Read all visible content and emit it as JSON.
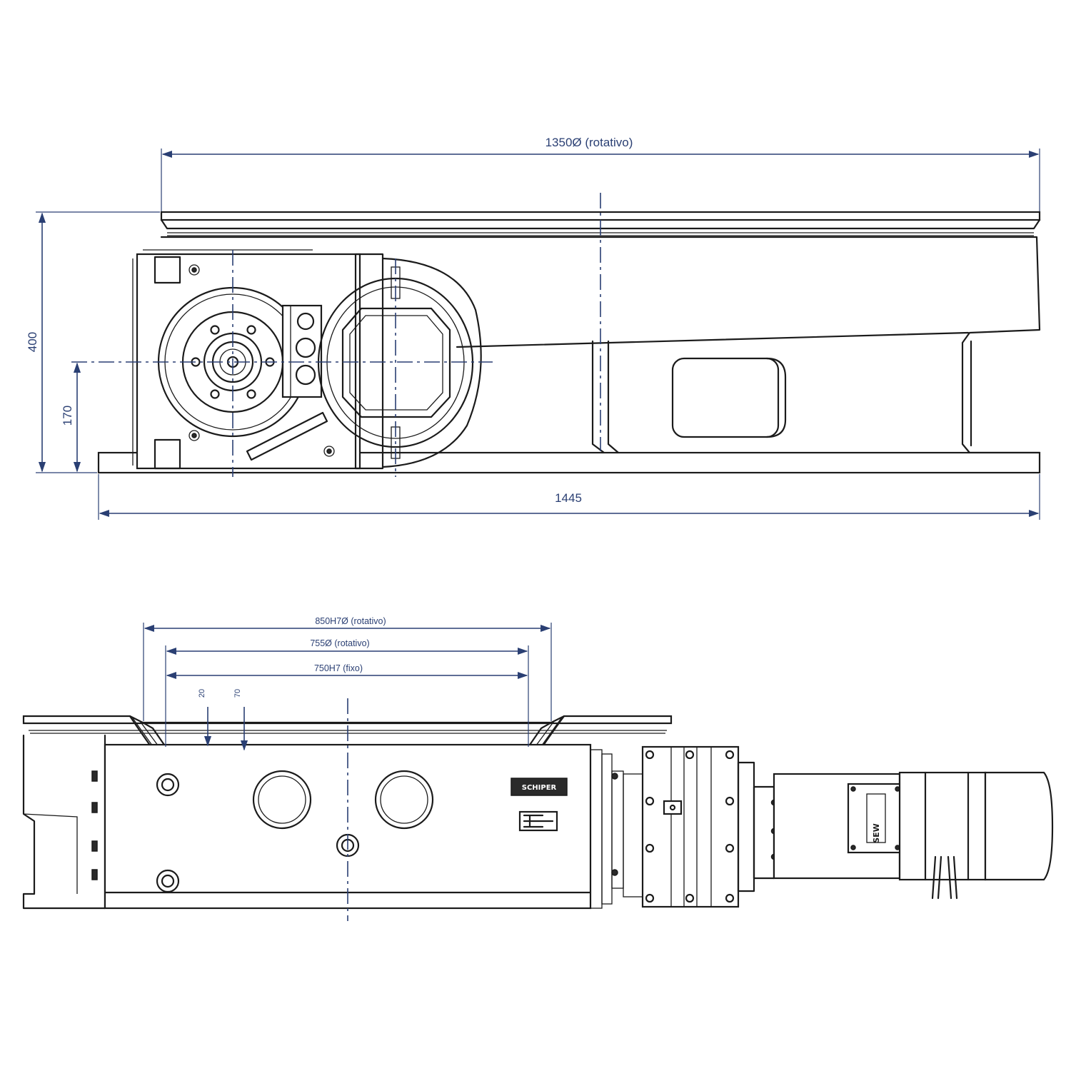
{
  "top_view": {
    "dim_width_rotary": "1350Ø (rotativo)",
    "dim_height_total": "400",
    "dim_axis_height": "170",
    "dim_base_length": "1445"
  },
  "side_view": {
    "dim_bore_rotary": "850H7Ø (rotativo)",
    "dim_inner_rotary": "755Ø (rotativo)",
    "dim_fixed": "750H7 (fixo)",
    "dim_step_20": "20",
    "dim_step_70": "70",
    "brand_plate": "SCHIPER",
    "motor_label": "SEW"
  },
  "colors": {
    "outline": "#1b1b1b",
    "dimension": "#2a3f73",
    "background": "#ffffff"
  }
}
